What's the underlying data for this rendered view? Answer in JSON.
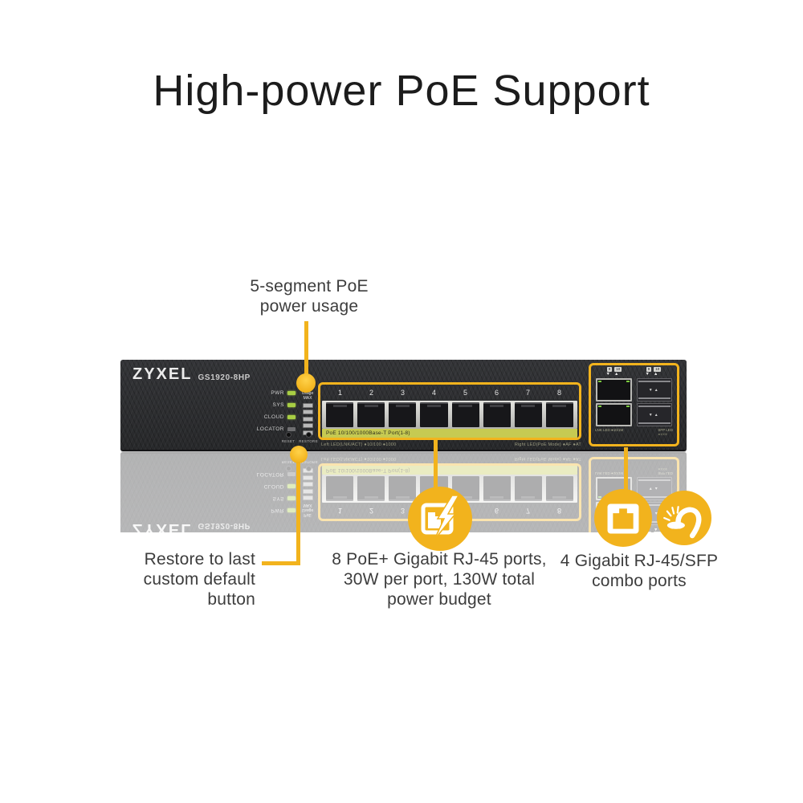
{
  "page": {
    "title": "High-power PoE Support"
  },
  "colors": {
    "accent": "#F2B31D",
    "led_green": "#A8CE44",
    "port_strip": "#C6CA52"
  },
  "callouts": {
    "poe_usage": {
      "line1": "5-segment PoE",
      "line2": "power usage"
    },
    "restore": {
      "line1": "Restore to last",
      "line2": "custom default",
      "line3": "button"
    },
    "poe_ports": {
      "line1": "8 PoE+ Gigabit RJ-45 ports,",
      "line2": "30W per port, 130W total",
      "line3": "power budget"
    },
    "combo": {
      "line1": "4 Gigabit RJ-45/SFP",
      "line2": "combo ports"
    }
  },
  "device": {
    "brand": "ZYXEL",
    "model": "GS1920-8HP",
    "status_leds": [
      {
        "label": "PWR"
      },
      {
        "label": "SYS"
      },
      {
        "label": "CLOUD"
      },
      {
        "label": "LOCATOR"
      }
    ],
    "poe_meter": {
      "l1": "PoE",
      "l2": "Usage",
      "l3": "MAX",
      "segments": 5
    },
    "buttons": {
      "reset": "RESET",
      "restore": "RESTORE"
    },
    "ports": {
      "numbers": [
        "1",
        "2",
        "3",
        "4",
        "5",
        "6",
        "7",
        "8"
      ],
      "strip_label": "PoE 10/100/1000Base-T Port(1-8)",
      "left_led_label": "Left LED(LNK/ACT) ●10/100 ●1000",
      "right_led_label": "Right LED(PoE Mode) ●AF ●AT"
    },
    "combo": {
      "rj45_tags": [
        "9",
        "10"
      ],
      "sfp_tags": [
        "9",
        "10"
      ],
      "tri": "▼▲",
      "lnk_label": "LNK LED ●10/1M",
      "sfp_label": "SFP LED",
      "sub_label": "●1000"
    }
  },
  "icons": {
    "poe": "poe-lightning-icon",
    "ethernet": "ethernet-port-icon",
    "fiber": "fiber-cable-icon"
  }
}
